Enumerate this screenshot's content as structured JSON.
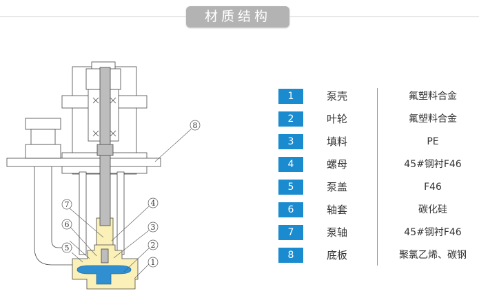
{
  "header": {
    "title": "材质结构"
  },
  "callouts": [
    "1",
    "2",
    "3",
    "4",
    "5",
    "6",
    "7",
    "8"
  ],
  "parts": [
    {
      "num": "1",
      "name": "泵壳",
      "material": "氟塑料合金"
    },
    {
      "num": "2",
      "name": "叶轮",
      "material": "氟塑料合金"
    },
    {
      "num": "3",
      "name": "填料",
      "material": "PE"
    },
    {
      "num": "4",
      "name": "螺母",
      "material": "45#钢衬F46"
    },
    {
      "num": "5",
      "name": "泵盖",
      "material": "F46"
    },
    {
      "num": "6",
      "name": "轴套",
      "material": "碳化硅"
    },
    {
      "num": "7",
      "name": "泵轴",
      "material": "45#钢衬F46"
    },
    {
      "num": "8",
      "name": "底板",
      "material": "聚氯乙烯、碳钢"
    }
  ],
  "colors": {
    "accent": "#1b8bcf",
    "casing": "#fbf1b8",
    "impeller": "#2f8fd0",
    "shaft": "#bdbdbd"
  }
}
